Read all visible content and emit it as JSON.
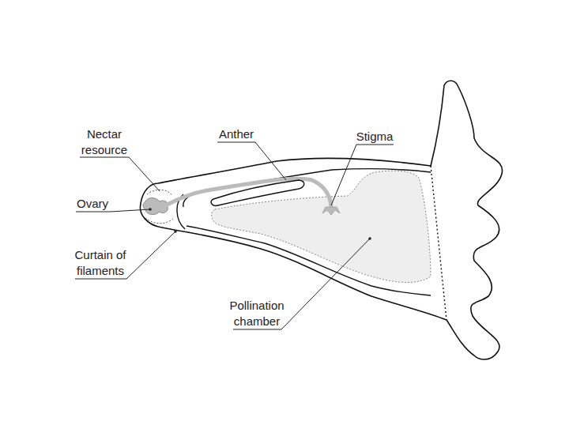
{
  "diagram": {
    "labels": [
      "Nectar resource",
      "Ovary",
      "Curtain of filaments",
      "Anther",
      "Stigma",
      "Pollination chamber"
    ]
  }
}
